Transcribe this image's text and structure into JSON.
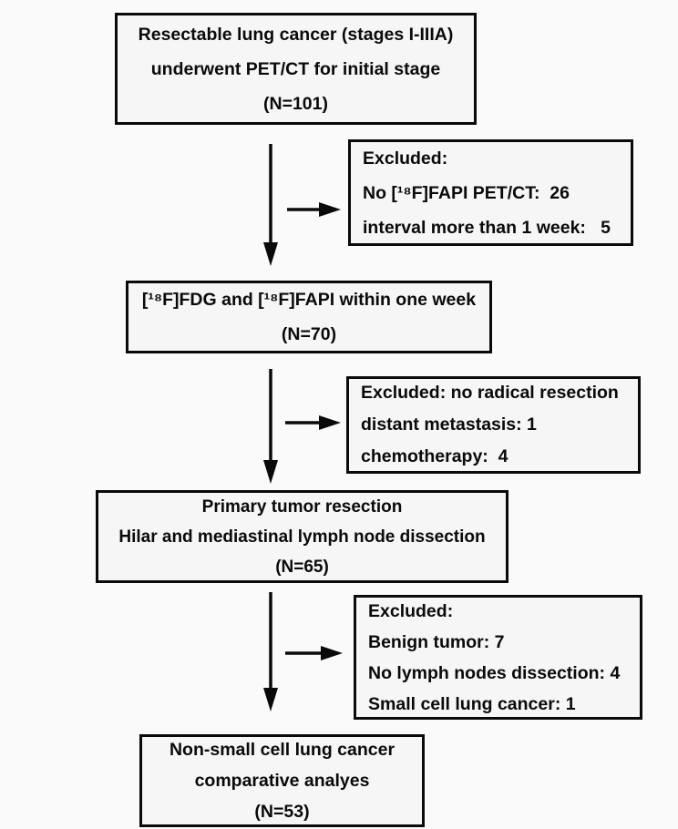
{
  "theme": {
    "background": "#fafafa",
    "box_fill": "#f6f6f6",
    "ink": "#0a0a0a"
  },
  "figure": {
    "type": "flowchart",
    "description": "Patient-selection (CONSORT-style) flow diagram"
  },
  "boxes": {
    "stage1": {
      "lines": [
        "Resectable lung cancer (stages I-IIIA)",
        "underwent PET/CT for initial stage",
        "(N=101)"
      ]
    },
    "excl1": {
      "lines": [
        "Excluded:",
        "No [¹⁸F]FAPI PET/CT:  26",
        "interval more than 1 week:   5"
      ]
    },
    "stage2": {
      "lines": [
        "[¹⁸F]FDG and [¹⁸F]FAPI within one week",
        "(N=70)"
      ]
    },
    "excl2": {
      "lines": [
        "Excluded: no radical resection",
        "distant metastasis: 1",
        "chemotherapy:  4"
      ]
    },
    "stage3": {
      "lines": [
        "Primary tumor resection",
        "Hilar and mediastinal lymph node dissection",
        "(N=65)"
      ]
    },
    "excl3": {
      "lines": [
        "Excluded:",
        "Benign tumor: 7",
        "No lymph nodes dissection: 4",
        "Small cell lung cancer: 1"
      ]
    },
    "stage4": {
      "lines": [
        "Non-small cell lung cancer",
        "comparative analyes",
        "(N=53)"
      ]
    }
  }
}
